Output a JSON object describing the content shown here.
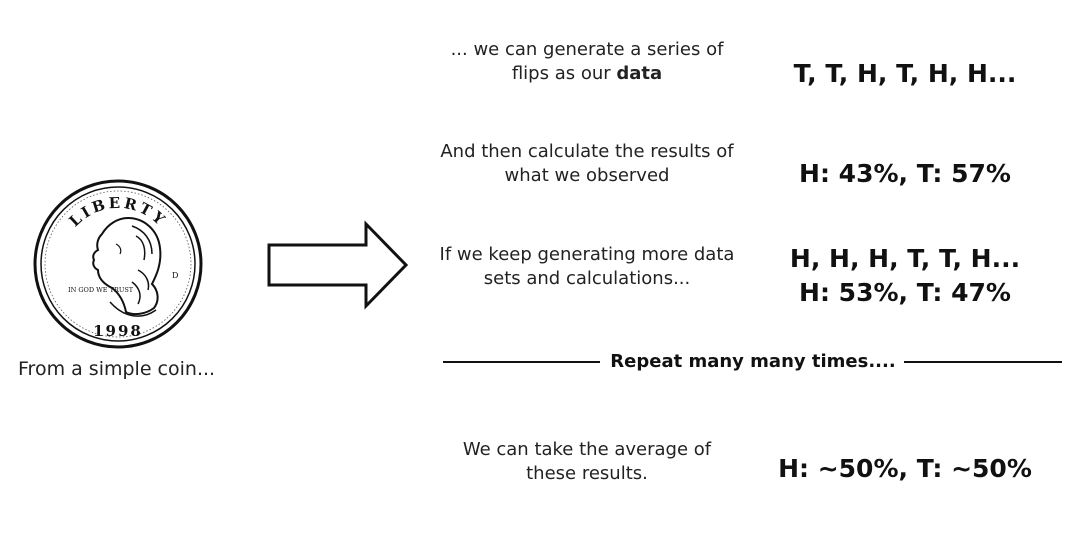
{
  "coin": {
    "icon": "quarter-coin-icon",
    "engraving_top": "LIBERTY",
    "engraving_left": "IN GOD WE TRUST",
    "engraving_year": "1998",
    "engraving_mint": "D"
  },
  "caption": "From a simple coin...",
  "arrow_icon": "right-arrow-icon",
  "steps": [
    {
      "text_pre": "... we can generate a series of flips as our ",
      "text_bold": "data",
      "result_lines": [
        "T, T, H, T, H, H..."
      ]
    },
    {
      "text": "And then calculate the results of what we observed",
      "result_lines": [
        "H: 43%, T: 57%"
      ]
    },
    {
      "text": "If we keep generating more data sets and calculations...",
      "result_lines": [
        "H, H, H, T, T, H...",
        "H: 53%, T: 47%"
      ]
    },
    {
      "text": "We can take the average of these results.",
      "result_lines": [
        "H: ~50%, T: ~50%"
      ]
    }
  ],
  "divider_label": "Repeat many many times...."
}
